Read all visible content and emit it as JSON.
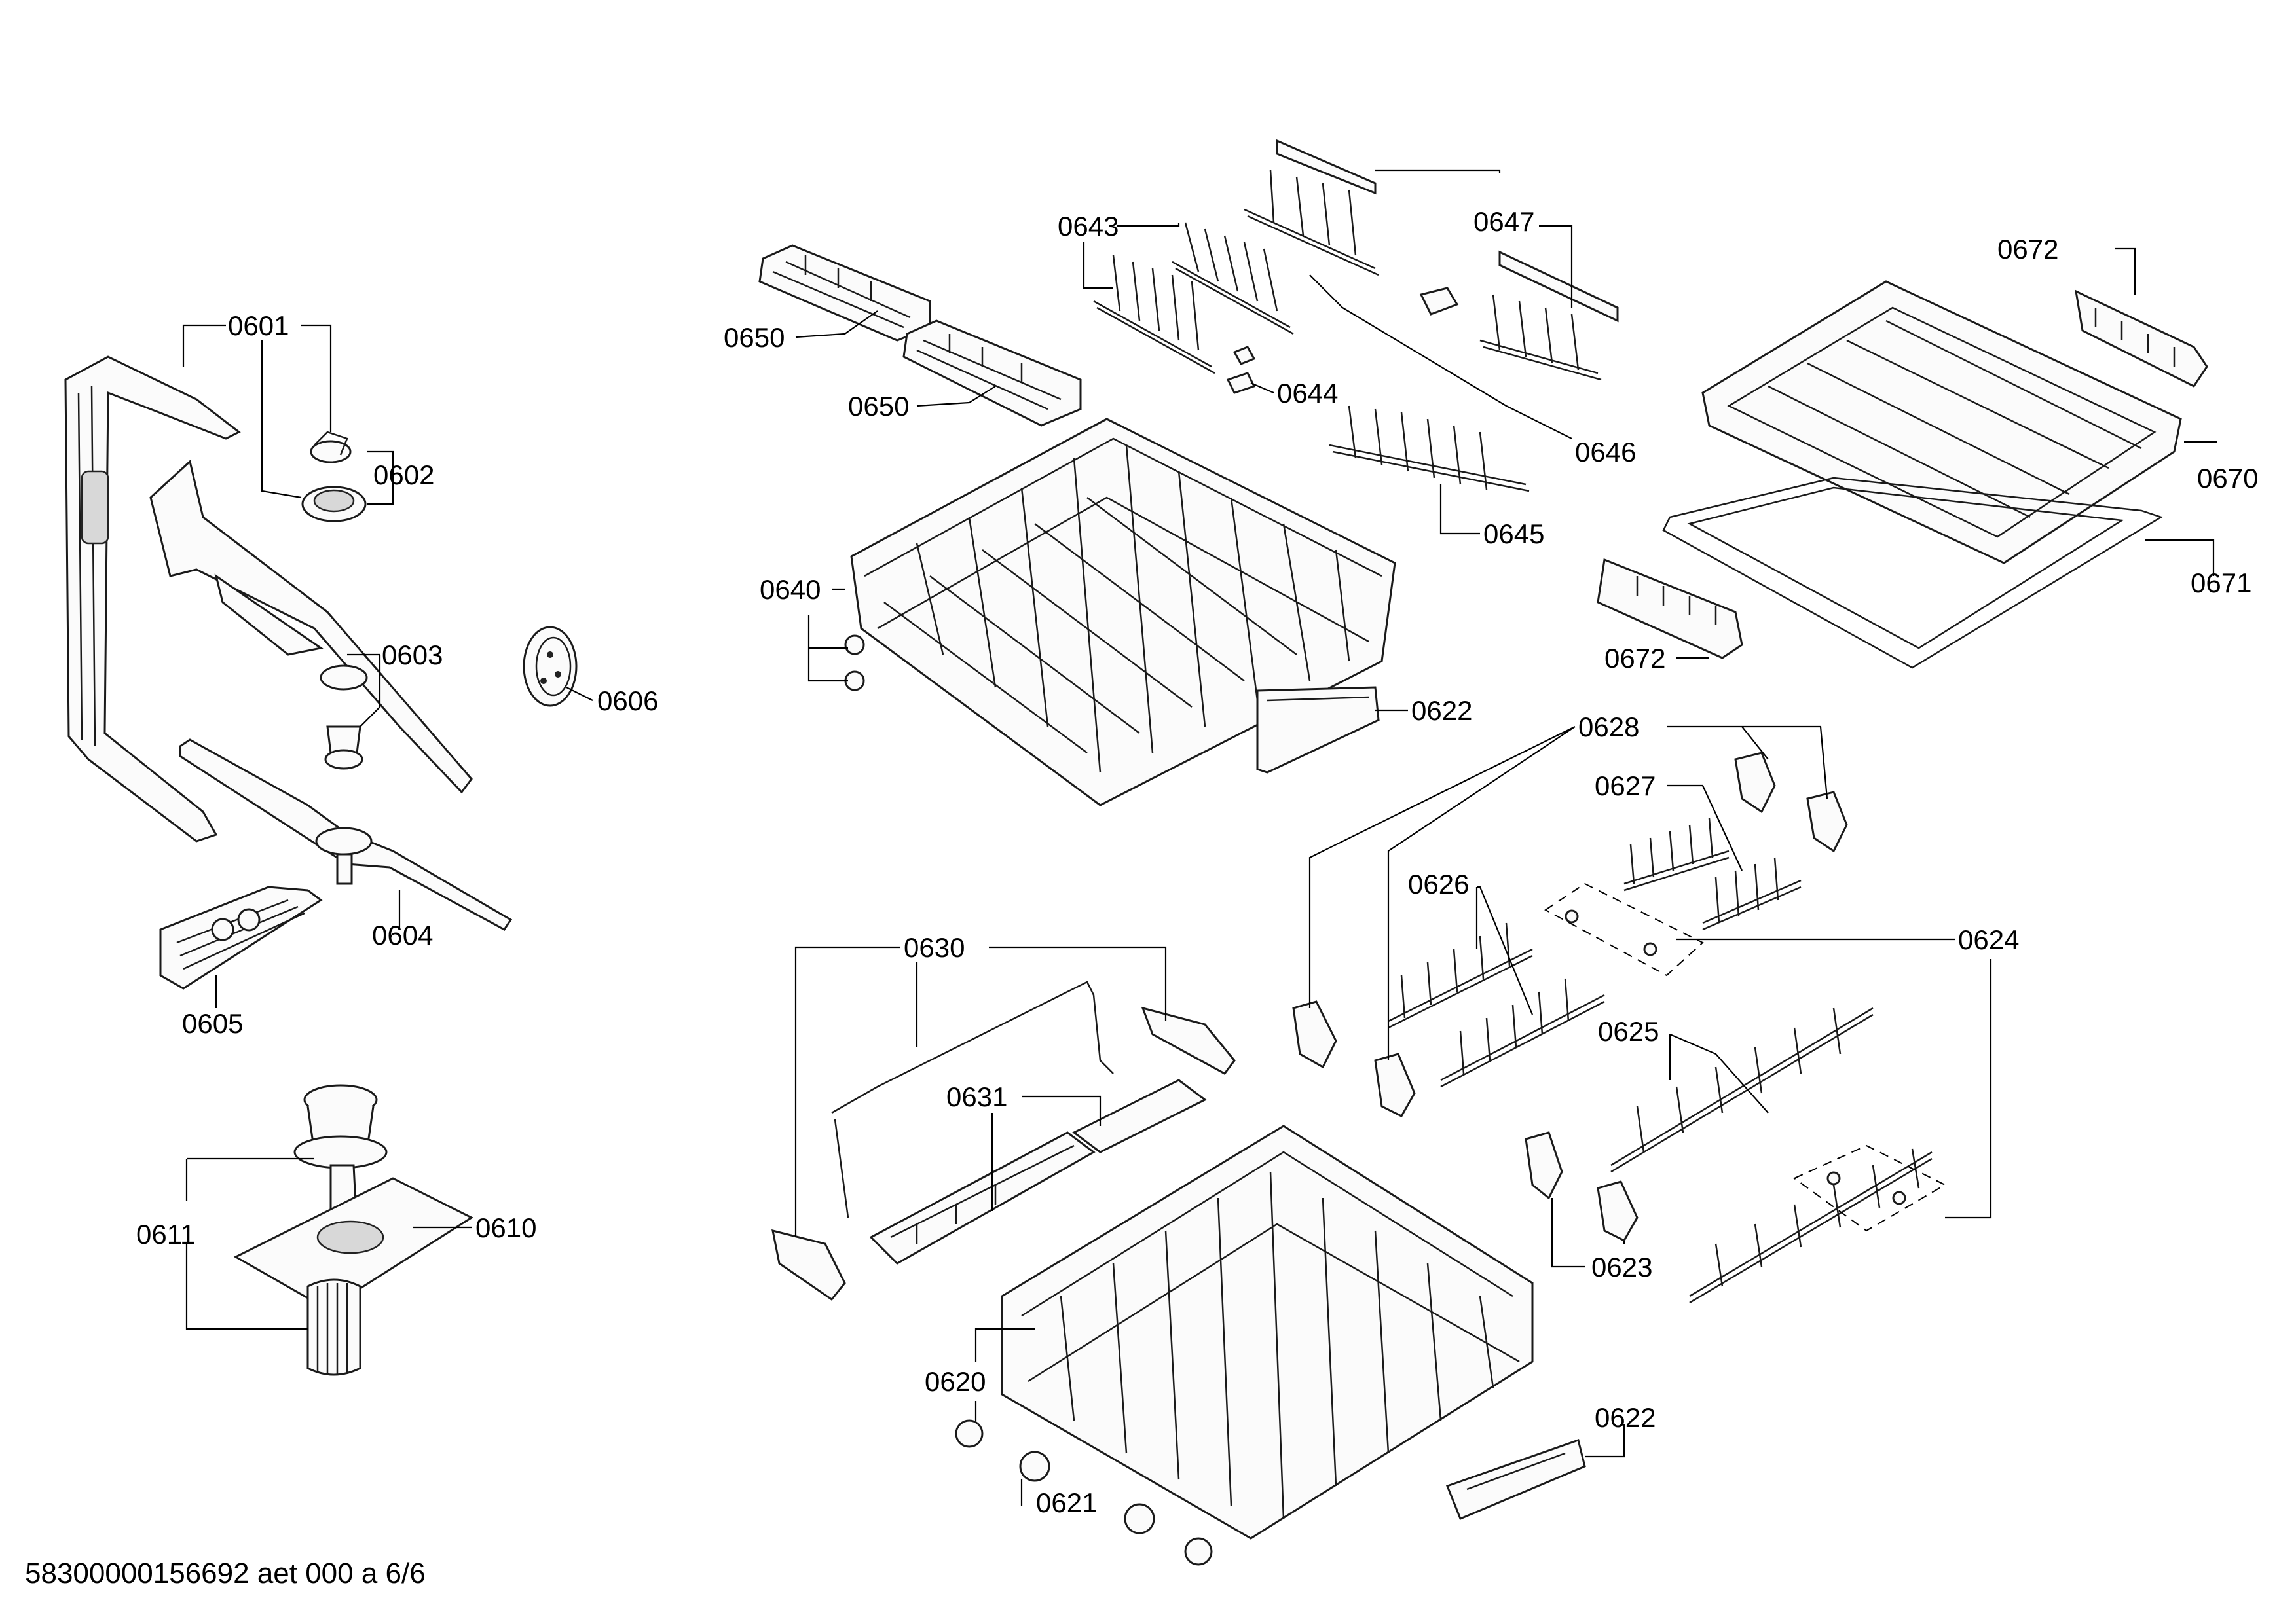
{
  "document_id": "58300000156692 aet 000 a 6/6",
  "callouts": [
    {
      "id": "c0601",
      "text": "0601"
    },
    {
      "id": "c0602",
      "text": "0602"
    },
    {
      "id": "c0603",
      "text": "0603"
    },
    {
      "id": "c0604",
      "text": "0604"
    },
    {
      "id": "c0605",
      "text": "0605"
    },
    {
      "id": "c0606",
      "text": "0606"
    },
    {
      "id": "c0610",
      "text": "0610"
    },
    {
      "id": "c0611",
      "text": "0611"
    },
    {
      "id": "c0620",
      "text": "0620"
    },
    {
      "id": "c0621",
      "text": "0621"
    },
    {
      "id": "c0622a",
      "text": "0622"
    },
    {
      "id": "c0622b",
      "text": "0622"
    },
    {
      "id": "c0623",
      "text": "0623"
    },
    {
      "id": "c0624",
      "text": "0624"
    },
    {
      "id": "c0625",
      "text": "0625"
    },
    {
      "id": "c0626",
      "text": "0626"
    },
    {
      "id": "c0627",
      "text": "0627"
    },
    {
      "id": "c0628",
      "text": "0628"
    },
    {
      "id": "c0630",
      "text": "0630"
    },
    {
      "id": "c0631",
      "text": "0631"
    },
    {
      "id": "c0640",
      "text": "0640"
    },
    {
      "id": "c0643",
      "text": "0643"
    },
    {
      "id": "c0644",
      "text": "0644"
    },
    {
      "id": "c0645",
      "text": "0645"
    },
    {
      "id": "c0646",
      "text": "0646"
    },
    {
      "id": "c0647",
      "text": "0647"
    },
    {
      "id": "c0650a",
      "text": "0650"
    },
    {
      "id": "c0650b",
      "text": "0650"
    },
    {
      "id": "c0670",
      "text": "0670"
    },
    {
      "id": "c0671",
      "text": "0671"
    },
    {
      "id": "c0672a",
      "text": "0672"
    },
    {
      "id": "c0672b",
      "text": "0672"
    }
  ]
}
